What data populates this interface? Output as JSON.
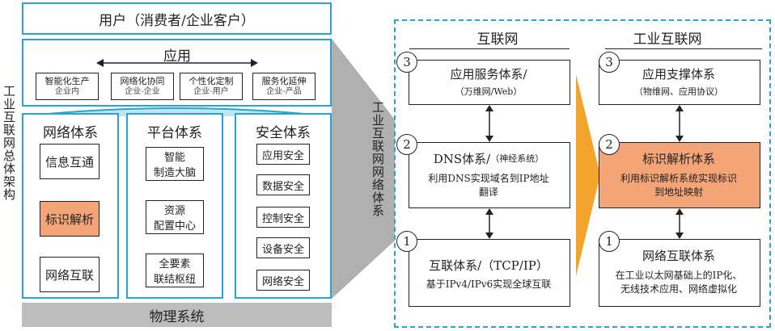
{
  "left": {
    "vertical_title": "工业互联网总体架构",
    "user_bar": "用户（消费者/企业客户）",
    "app": {
      "title": "应用",
      "items": [
        {
          "label": "智能化生产",
          "sub": "企业内"
        },
        {
          "label": "网络化协同",
          "sub": "企业-企业"
        },
        {
          "label": "个性化定制",
          "sub": "企业-用户"
        },
        {
          "label": "服务化延伸",
          "sub": "企业-产品"
        }
      ]
    },
    "network": {
      "title": "网络体系",
      "items": [
        "信息互通",
        "标识解析",
        "网络互联"
      ]
    },
    "platform": {
      "title": "平台体系",
      "items": [
        "智能\n制造大脑",
        "资源\n配置中心",
        "全要素\n联结枢纽"
      ]
    },
    "security": {
      "title": "安全体系",
      "items": [
        "应用安全",
        "数据安全",
        "控制安全",
        "设备安全",
        "网络安全"
      ]
    },
    "physical": "物理系统"
  },
  "right": {
    "vertical_title": "工业互联网网络体系",
    "internet": {
      "title": "互联网",
      "layers": [
        {
          "num": "3",
          "title": "应用服务体系/",
          "sub": "（万维网/Web）"
        },
        {
          "num": "2",
          "title": "DNS体系/",
          "title_sub": "（神经系统）",
          "sub": "利用DNS实现域名到IP地址\n翻译"
        },
        {
          "num": "1",
          "title": "互联体系/（TCP/IP）",
          "sub": "基于IPv4/IPv6实现全球互联"
        }
      ]
    },
    "industrial": {
      "title": "工业互联网",
      "layers": [
        {
          "num": "3",
          "title": "应用支撑体系",
          "sub": "（物维网、应用协议）"
        },
        {
          "num": "2",
          "title": "标识解析体系",
          "sub": "利用标识解析系统实现标识\n到地址映射"
        },
        {
          "num": "1",
          "title": "网络互联体系",
          "sub": "在工业以太网基础上的IP化、\n无线技术应用、网络虚拟化"
        }
      ]
    }
  },
  "colors": {
    "accent_blue": "#2aa3cf",
    "highlight_orange": "#f4a578",
    "arrow_gold": "#f2a52a",
    "gray": "#bdbdbd"
  }
}
